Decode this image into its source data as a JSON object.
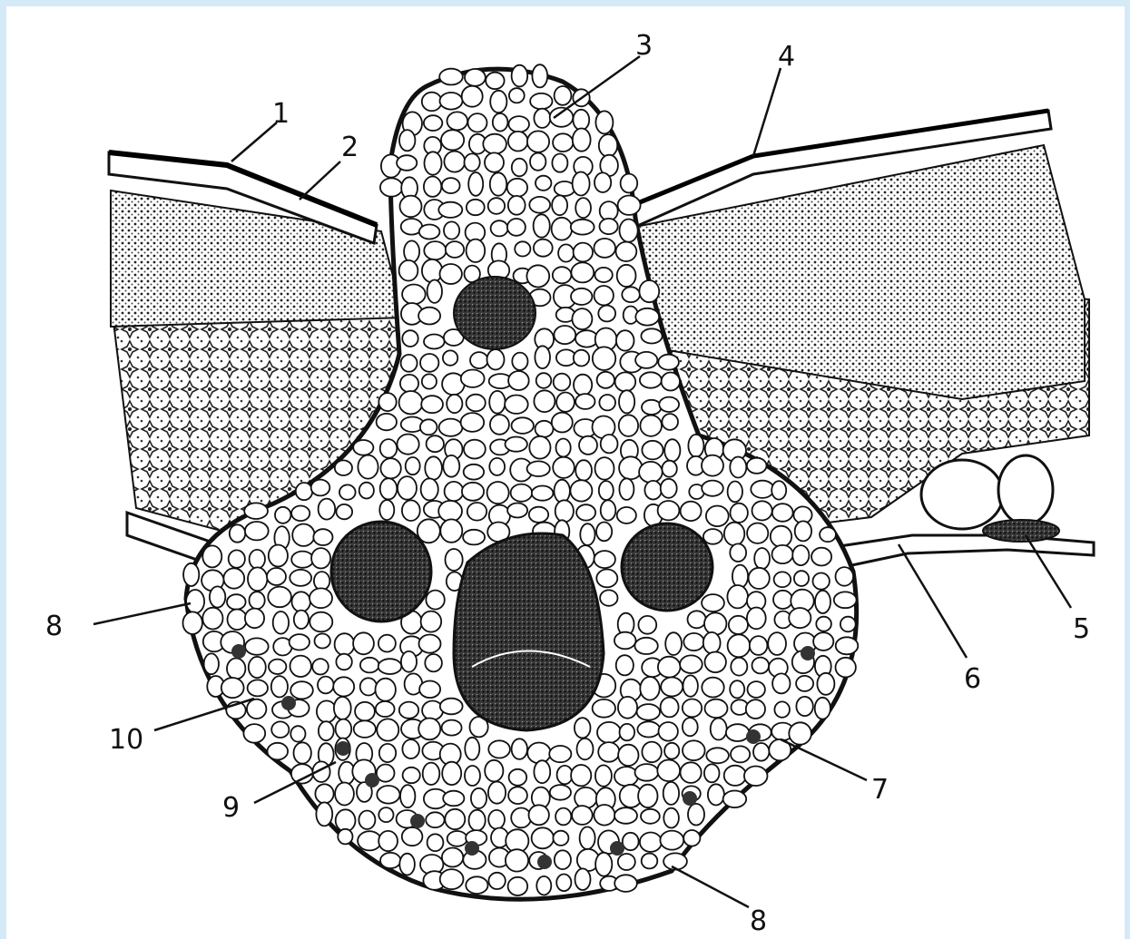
{
  "colors": {
    "frame": "#d4eaf7",
    "ink": "#111111",
    "cell_fill": "#ffffff",
    "dense_tissue": "#222222"
  },
  "labels": [
    "1",
    "2",
    "3",
    "4",
    "5",
    "6",
    "7",
    "8",
    "9",
    "10",
    "8"
  ]
}
